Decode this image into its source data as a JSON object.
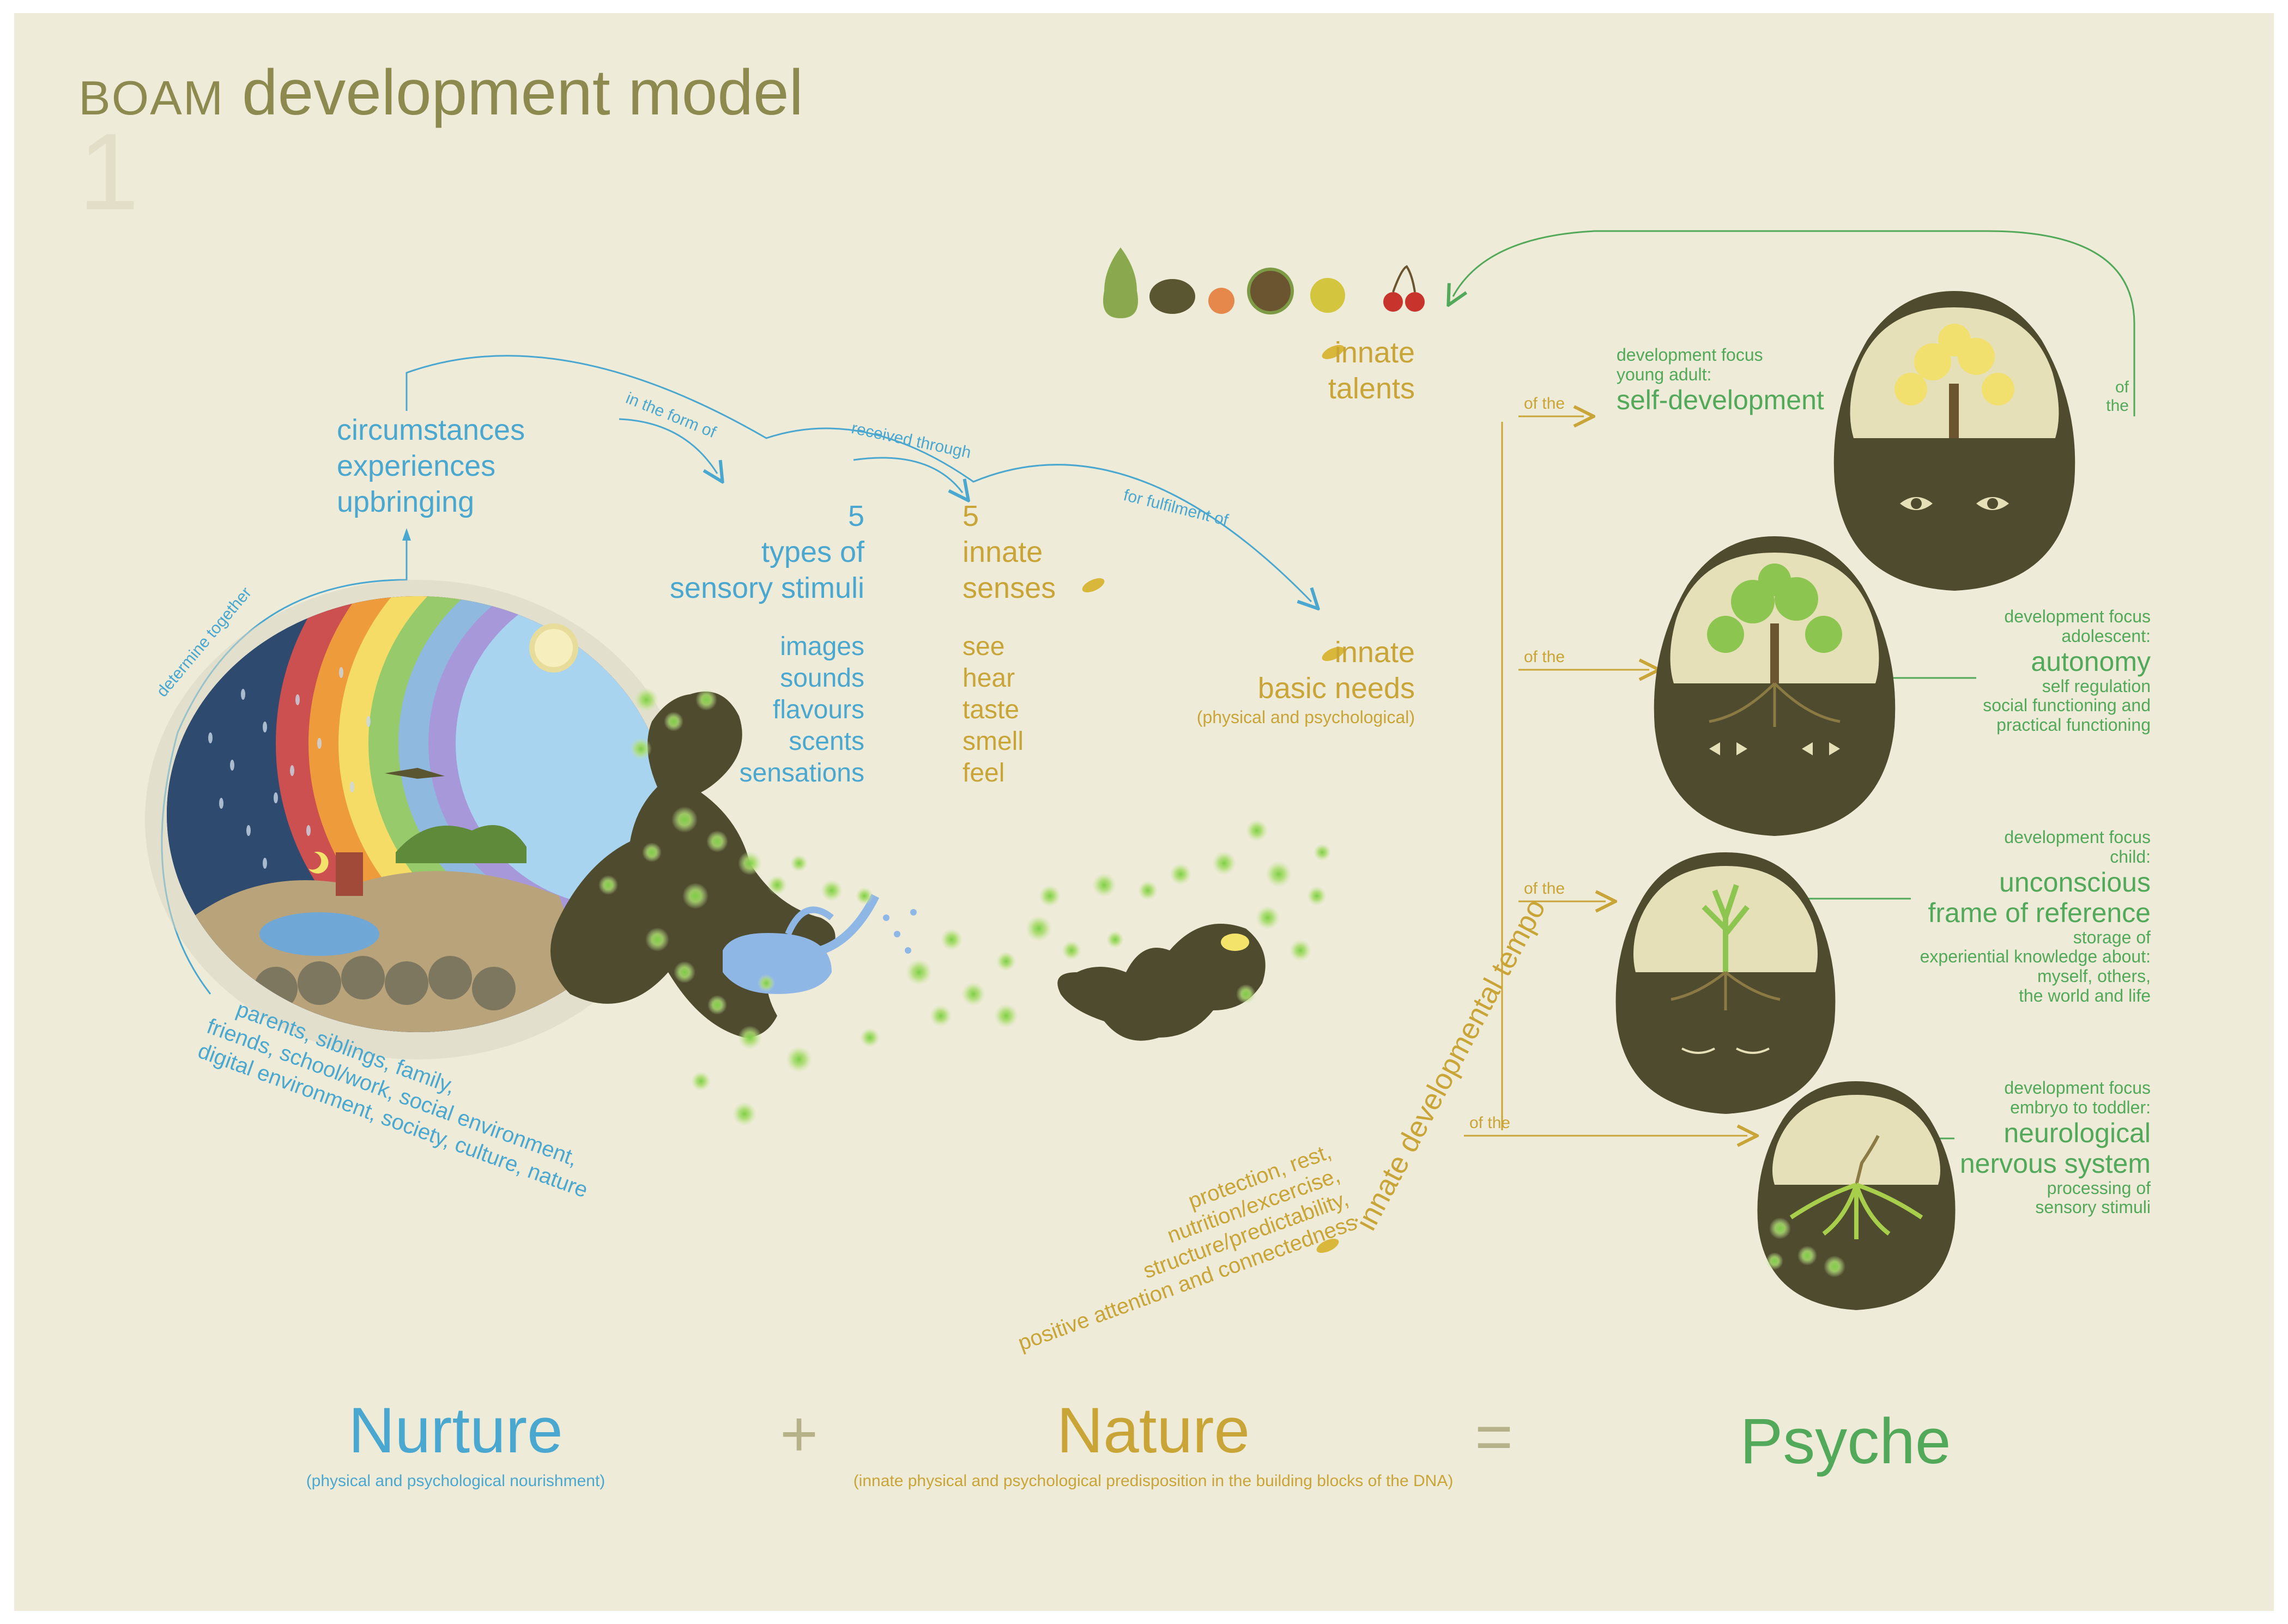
{
  "title": {
    "brand": "BOAM",
    "rest": "development model",
    "number": "1"
  },
  "colors": {
    "nurture": "#4aa8d0",
    "nature": "#c9a437",
    "psyche": "#52a95a",
    "background": "#eeebd8",
    "figure": "#4f4b2e"
  },
  "nurture_flow": {
    "circumstances": [
      "circumstances",
      "experiences",
      "upbringing"
    ],
    "determine_together": "determine together",
    "in_the_form_of": "in the form of",
    "received_through": "received through",
    "for_fulfilment_of": "for fulfilment of",
    "stimuli_heading": [
      "5",
      "types of",
      "sensory stimuli"
    ],
    "stimuli": [
      "images",
      "sounds",
      "flavours",
      "scents",
      "sensations"
    ],
    "environment_lines": [
      "parents, siblings, family,",
      "friends, school/work, social environment,",
      "digital environment, society, culture, nature"
    ]
  },
  "nature_flow": {
    "senses_heading": [
      "5",
      "innate",
      "senses"
    ],
    "senses": [
      "see",
      "hear",
      "taste",
      "smell",
      "feel"
    ],
    "talents": [
      "innate",
      "talents"
    ],
    "basic_needs": [
      "innate",
      "basic needs"
    ],
    "basic_needs_note": "(physical and psychological)",
    "needs_list": [
      "protection, rest,",
      "nutrition/excercise,",
      "structure/predictability,",
      "positive attention and connectedness"
    ],
    "tempo": "innate developmental tempo"
  },
  "stages": [
    {
      "connector": "of the",
      "focus": "development focus",
      "age": "young adult:",
      "main": [
        "self-development"
      ],
      "details": []
    },
    {
      "connector": "of the",
      "focus": "development focus",
      "age": "adolescent:",
      "main": [
        "autonomy"
      ],
      "details": [
        "self regulation",
        "social functioning and",
        "practical functioning"
      ]
    },
    {
      "connector": "of the",
      "focus": "development focus",
      "age": "child:",
      "main": [
        "unconscious",
        "frame of reference"
      ],
      "details": [
        "storage of",
        "experiential knowledge about:",
        "myself, others,",
        "the world and life"
      ]
    },
    {
      "connector": "of the",
      "focus": "development focus",
      "age": "embryo to toddler:",
      "main": [
        "neurological",
        "nervous system"
      ],
      "details": [
        "processing of",
        "sensory stimuli"
      ]
    }
  ],
  "loop_label": [
    "of",
    "the"
  ],
  "fruits": [
    "pear-icon",
    "walnut-icon",
    "peach-icon",
    "chestnut-icon",
    "apple-icon",
    "cherries-icon"
  ],
  "equation": {
    "nurture": "Nurture",
    "nurture_note": "(physical and psychological nourishment)",
    "plus": "+",
    "nature": "Nature",
    "nature_note": "(innate physical and psychological predisposition in the building blocks of the DNA)",
    "equals": "=",
    "psyche": "Psyche"
  }
}
